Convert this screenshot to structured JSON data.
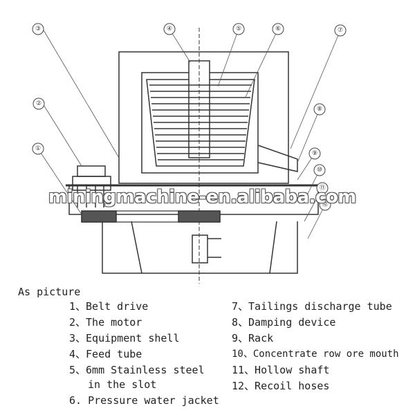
{
  "watermark": "miningmachine-en.alibaba.com",
  "callouts": [
    "③",
    "④",
    "⑤",
    "⑥",
    "⑦",
    "②",
    "⑧",
    "①",
    "⑨",
    "⑩",
    "⑪",
    "⑫"
  ],
  "legend": {
    "title": "As picture",
    "left": [
      "1、Belt drive",
      "2、The motor",
      "3、Equipment shell",
      "4、Feed tube",
      "5、6mm Stainless steel",
      "in the slot",
      "6. Pressure water jacket"
    ],
    "right": [
      "7、Tailings discharge tube",
      "8、Damping device",
      "9、Rack",
      "10、Concentrate row ore mouth",
      "11、Hollow shaft",
      "12、Recoil hoses"
    ]
  }
}
